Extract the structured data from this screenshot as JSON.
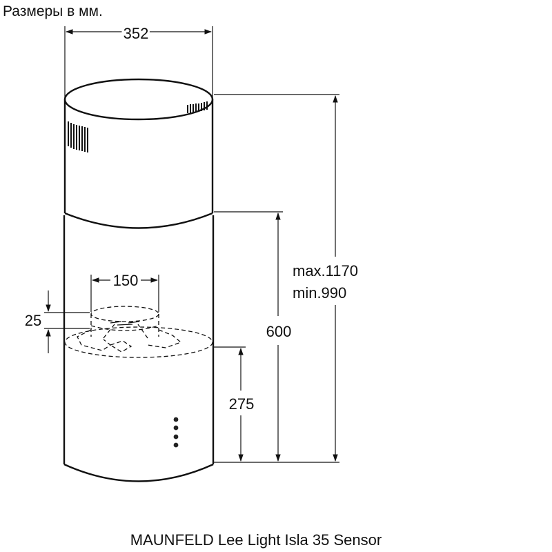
{
  "header": {
    "units_note": "Размеры в мм."
  },
  "dimensions": {
    "top_width": "352",
    "outlet_diameter": "150",
    "outlet_height": "25",
    "body_height": "600",
    "control_height": "275",
    "total_max": "max.1170",
    "total_min": "min.990"
  },
  "footer": {
    "model_name": "MAUNFELD Lee Light Isla 35 Sensor"
  },
  "colors": {
    "line": "#111111",
    "background": "#ffffff"
  }
}
